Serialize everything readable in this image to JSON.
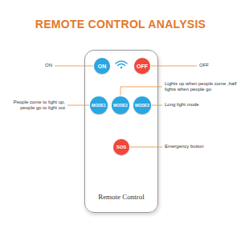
{
  "diagram": {
    "title": "REMOTE CONTROL ANALYSIS",
    "nodes": [
      {
        "text": [
          "Remote Control"
        ]
      },
      {
        "text": [
          "ON"
        ],
        "in": 0
      },
      {
        "text": [
          "OFF"
        ],
        "in": 0
      },
      {
        "text": [
          "MODE1"
        ],
        "in": 0
      },
      {
        "text": [
          "MODE2"
        ],
        "in": 0
      },
      {
        "text": [
          "MODE3"
        ],
        "in": 0
      },
      {
        "text": [
          "SOS"
        ],
        "in": 0
      }
    ],
    "labels": [
      "ON",
      "OFF",
      "People come to light up, people go to light out",
      "Lights up when people come ,half lights when people go",
      "Long light mode",
      "Emergency button"
    ]
  }
}
